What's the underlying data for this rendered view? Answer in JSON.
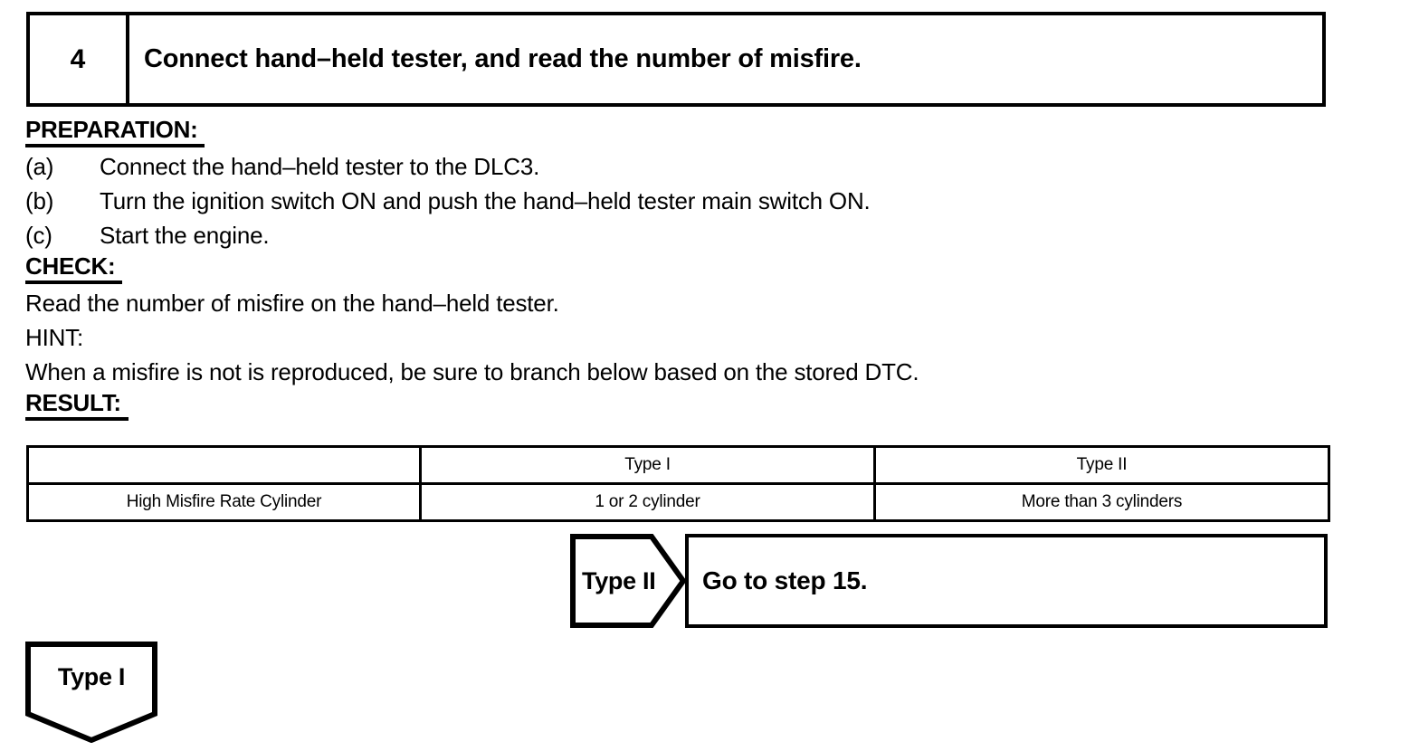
{
  "step": {
    "number": "4",
    "title": "Connect hand–held tester, and read the number of misfire."
  },
  "sections": {
    "preparation_heading": "PREPARATION:",
    "preparation_items": [
      {
        "marker": "(a)",
        "text": "Connect the hand–held tester to the DLC3."
      },
      {
        "marker": "(b)",
        "text": "Turn the ignition switch ON and push the hand–held tester main switch ON."
      },
      {
        "marker": "(c)",
        "text": "Start the engine."
      }
    ],
    "check_heading": "CHECK:",
    "check_text": "Read the number of misfire on the hand–held tester.",
    "hint_heading": "HINT:",
    "hint_text": "When a misfire is not is reproduced, be sure to branch below based on the stored DTC.",
    "result_heading": "RESULT:"
  },
  "result_table": {
    "columns": [
      "",
      "Type I",
      "Type II"
    ],
    "rows": [
      [
        "High Misfire Rate Cylinder",
        "1 or 2 cylinder",
        "More than 3 cylinders"
      ]
    ]
  },
  "branch": {
    "type2_label": "Type II",
    "type2_action": "Go to step 15.",
    "type1_label": "Type I"
  }
}
